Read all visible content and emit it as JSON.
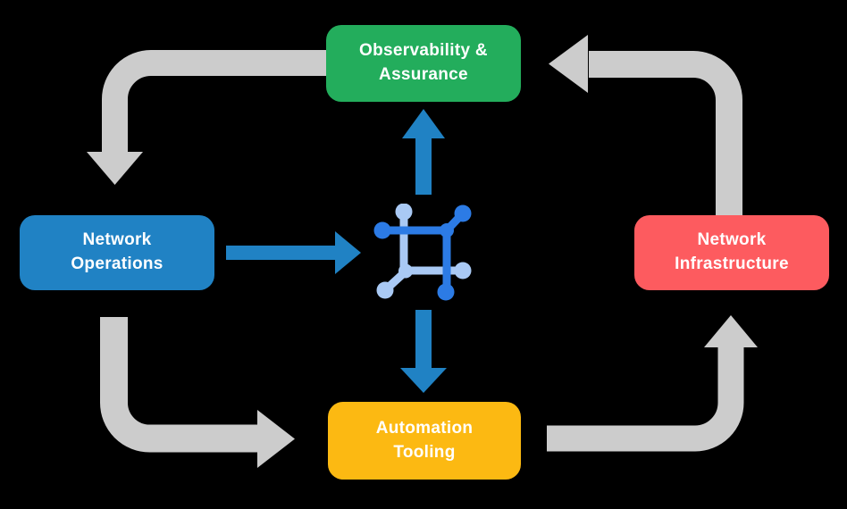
{
  "diagram": {
    "background": "#000000",
    "nodes": {
      "observability": {
        "label": "Observability &\nAssurance",
        "color": "#23AD5C"
      },
      "operations": {
        "label": "Network\nOperations",
        "color": "#2082C4"
      },
      "infrastructure": {
        "label": "Network\nInfrastructure",
        "color": "#FD5B5F"
      },
      "automation": {
        "label": "Automation\nTooling",
        "color": "#FCB912"
      }
    },
    "colors": {
      "cycle_arrow": "#CCCCCC",
      "platform_arrow": "#2082C4",
      "icon_dark_blue": "#2C7BE5",
      "icon_light_blue": "#A9C9F4",
      "label_text": "#FFFFFF"
    },
    "icons": {
      "center": "network-platform-icon"
    }
  }
}
